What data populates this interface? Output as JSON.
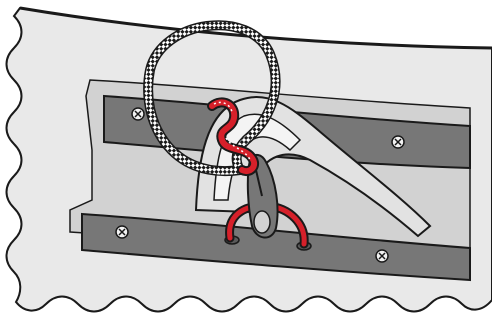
{
  "illustration": {
    "kind": "technical line illustration, no printed text",
    "parts": [
      "hull-deck",
      "upper-mounting-rail",
      "lower-mounting-rail",
      "mounting-screws",
      "fin-box",
      "shock-cord-loop",
      "red-cord-knot",
      "snap-hook",
      "red-bungee-anchor"
    ]
  },
  "colors": {
    "outline": "#1a1a1a",
    "hull": "#e9e9e9",
    "hull_shadow": "#d2d2d2",
    "rail": "#777777",
    "rail_dark": "#5a5a5a",
    "fin_box": "#e2e2e2",
    "cord_red": "#d6202a",
    "screw": "#f2f2f2",
    "background": "#ffffff"
  }
}
